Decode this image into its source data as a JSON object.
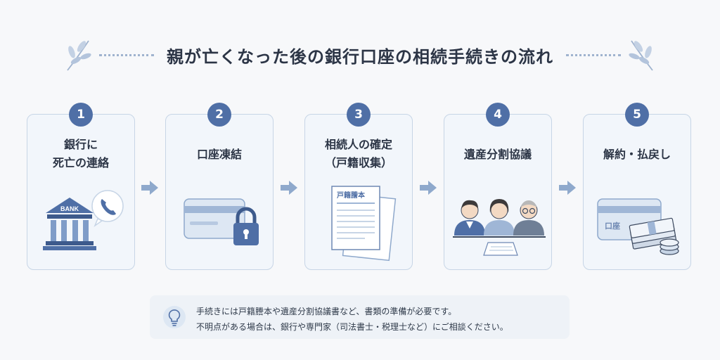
{
  "title": "親が亡くなった後の銀行口座の相続手続きの流れ",
  "steps": [
    {
      "number": "1",
      "label_lines": [
        "銀行に",
        "死亡の連絡"
      ],
      "illustration": "bank-phone",
      "icon_text": "BANK"
    },
    {
      "number": "2",
      "label_lines": [
        "口座凍結"
      ],
      "illustration": "card-lock"
    },
    {
      "number": "3",
      "label_lines": [
        "相続人の確定",
        "（戸籍収集）"
      ],
      "illustration": "documents",
      "icon_text": "戸籍謄本"
    },
    {
      "number": "4",
      "label_lines": [
        "遺産分割協議"
      ],
      "illustration": "family-meeting"
    },
    {
      "number": "5",
      "label_lines": [
        "解約・払戻し"
      ],
      "illustration": "card-cash",
      "icon_text": "口座"
    }
  ],
  "note": {
    "icon": "lightbulb-icon",
    "lines": [
      "手続きには戸籍謄本や遺産分割協議書など、書類の準備が必要です。",
      "不明点がある場合は、銀行や専門家（司法書士・税理士など）にご相談ください。"
    ]
  },
  "colors": {
    "accent": "#4f6fa6",
    "card_bg": "#f2f6fb",
    "card_border": "#c7d5e6",
    "arrow": "#8fa9cc",
    "background": "#f7f8fa"
  }
}
